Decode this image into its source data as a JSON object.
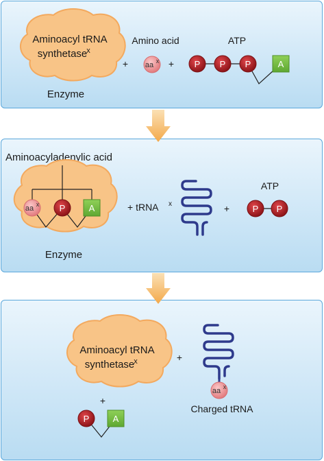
{
  "step1": {
    "enzyme_line1": "Aminoacyl tRNA",
    "enzyme_line2": "synthetase",
    "enzyme_superscript": "x",
    "enzyme_label": "Enzyme",
    "amino_acid_label": "Amino acid",
    "amino_acid_symbol": "aa",
    "amino_acid_superscript": "x",
    "atp_label": "ATP",
    "phosphate_symbol": "P",
    "adenosine_symbol": "A",
    "plus1": "+",
    "plus2": "+"
  },
  "step2": {
    "intermediate_label": "Aminoacyladenylic acid",
    "amino_acid_symbol": "aa",
    "amino_acid_superscript": "x",
    "phosphate_symbol": "P",
    "adenosine_symbol": "A",
    "enzyme_label": "Enzyme",
    "trna_prefix": "+ tRNA",
    "trna_superscript": "x",
    "plus": "+",
    "atp_label": "ATP",
    "ppi_p1": "P",
    "ppi_p2": "P"
  },
  "step3": {
    "enzyme_line1": "Aminoacyl tRNA",
    "enzyme_line2": "synthetase",
    "enzyme_superscript": "x",
    "plus1": "+",
    "plus2": "+",
    "amp_phosphate": "P",
    "amp_adenosine": "A",
    "charged_aa_symbol": "aa",
    "charged_aa_superscript": "x",
    "charged_label": "Charged tRNA"
  },
  "colors": {
    "panel_border": "#5aa7db",
    "panel_fill": "#cfe7f7",
    "enzyme_fill": "#f8c487",
    "phosphate_fill": "#b31d22",
    "adenosine_fill": "#74bd43",
    "amino_acid_fill": "#f19a9c",
    "trna_stroke": "#2e3a8c",
    "arrow_fill": "#f6b862"
  }
}
